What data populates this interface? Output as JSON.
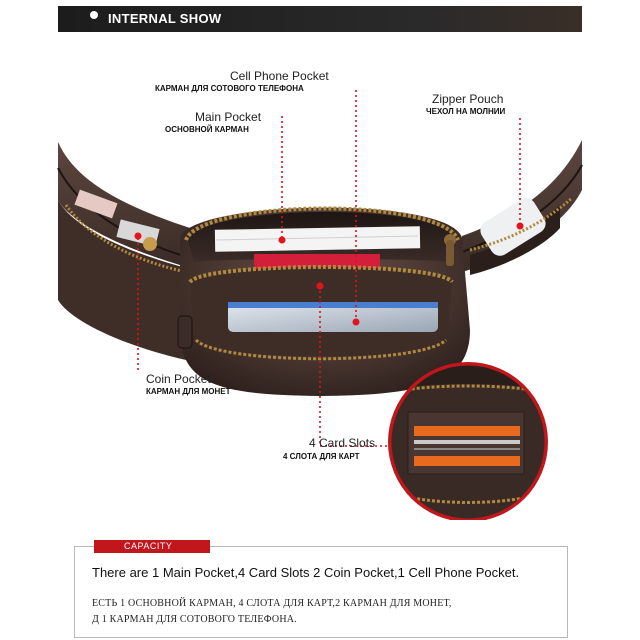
{
  "header": {
    "title": "INTERNAL SHOW"
  },
  "callouts": {
    "cell_phone_pocket": {
      "en": "Cell Phone Pocket",
      "ru": "КАРМАН ДЛЯ СОТОВОГО ТЕЛЕФОНА"
    },
    "main_pocket": {
      "en": "Main Pocket",
      "ru": "ОСНОВНОЙ КАРМАН"
    },
    "zipper_pouch": {
      "en": "Zipper Pouch",
      "ru": "ЧЕХОЛ НА МОЛНИИ"
    },
    "coin_pocket": {
      "en": "Coin Pocket",
      "ru": "КАРМАН ДЛЯ МОНЕТ"
    },
    "card_slots": {
      "en": "4 Card Slots",
      "ru": "4 СЛОТА ДЛЯ КАРТ"
    }
  },
  "capacity": {
    "tab_label": "CAPACITY",
    "description_en": "There are 1 Main Pocket,4 Card Slots 2 Coin Pocket,1 Cell Phone Pocket.",
    "description_ru_line1": "ЕСТЬ 1 ОСНОВНОЙ КАРМАН, 4 СЛОТА ДЛЯ КАРТ,2 КАРМАН ДЛЯ МОНЕТ,",
    "description_ru_line2": "Д 1 КАРМАН ДЛЯ СОТОВОГО ТЕЛЕФОНА."
  },
  "colors": {
    "accent_red": "#c0161c",
    "leather_brown": "#4a3630",
    "header_bg": "#1c1c1c"
  }
}
